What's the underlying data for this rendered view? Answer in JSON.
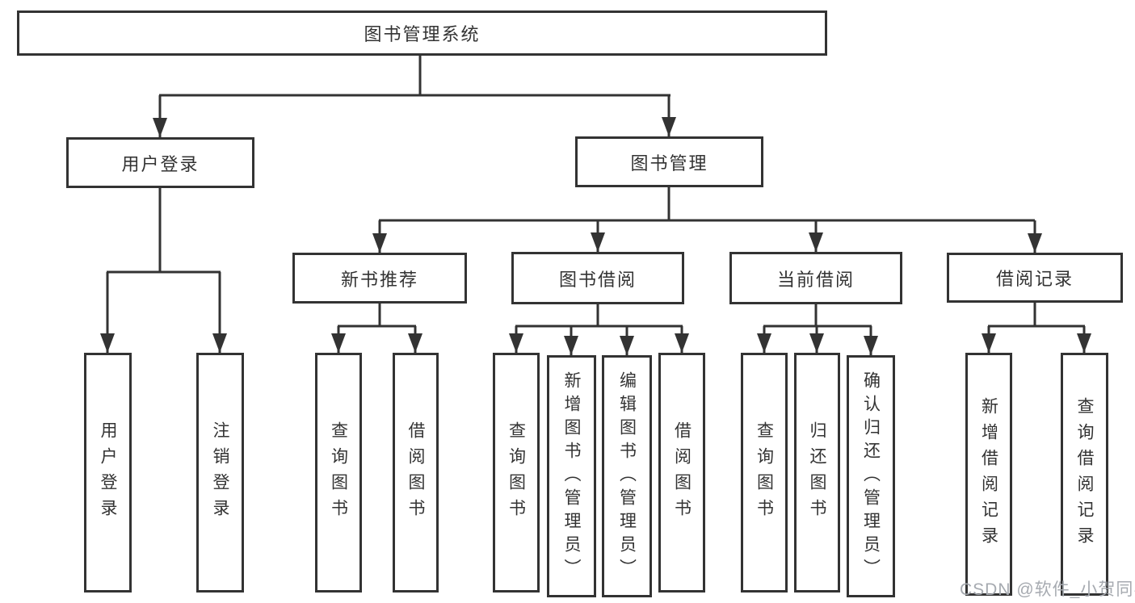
{
  "diagram": {
    "line_color": "#333333",
    "nodes": {
      "root": "图书管理系统",
      "user_login": "用户登录",
      "book_mgmt": "图书管理",
      "new_book": "新书推荐",
      "book_borrow": "图书借阅",
      "current_borrow": "当前借阅",
      "borrow_record": "借阅记录"
    },
    "leaves": {
      "user_login": [
        "用户登录",
        "注销登录"
      ],
      "new_book": [
        "查询图书",
        "借阅图书"
      ],
      "book_borrow": [
        "查询图书",
        "新增图书（管理员）",
        "编辑图书（管理员）",
        "借阅图书"
      ],
      "current_borrow": [
        "查询图书",
        "归还图书",
        "确认归还（管理员）"
      ],
      "borrow_record": [
        "新增借阅记录",
        "查询借阅记录"
      ]
    }
  },
  "watermark": {
    "text": "CSDN @软件_小贺同学",
    "color": "#a6aab0"
  }
}
